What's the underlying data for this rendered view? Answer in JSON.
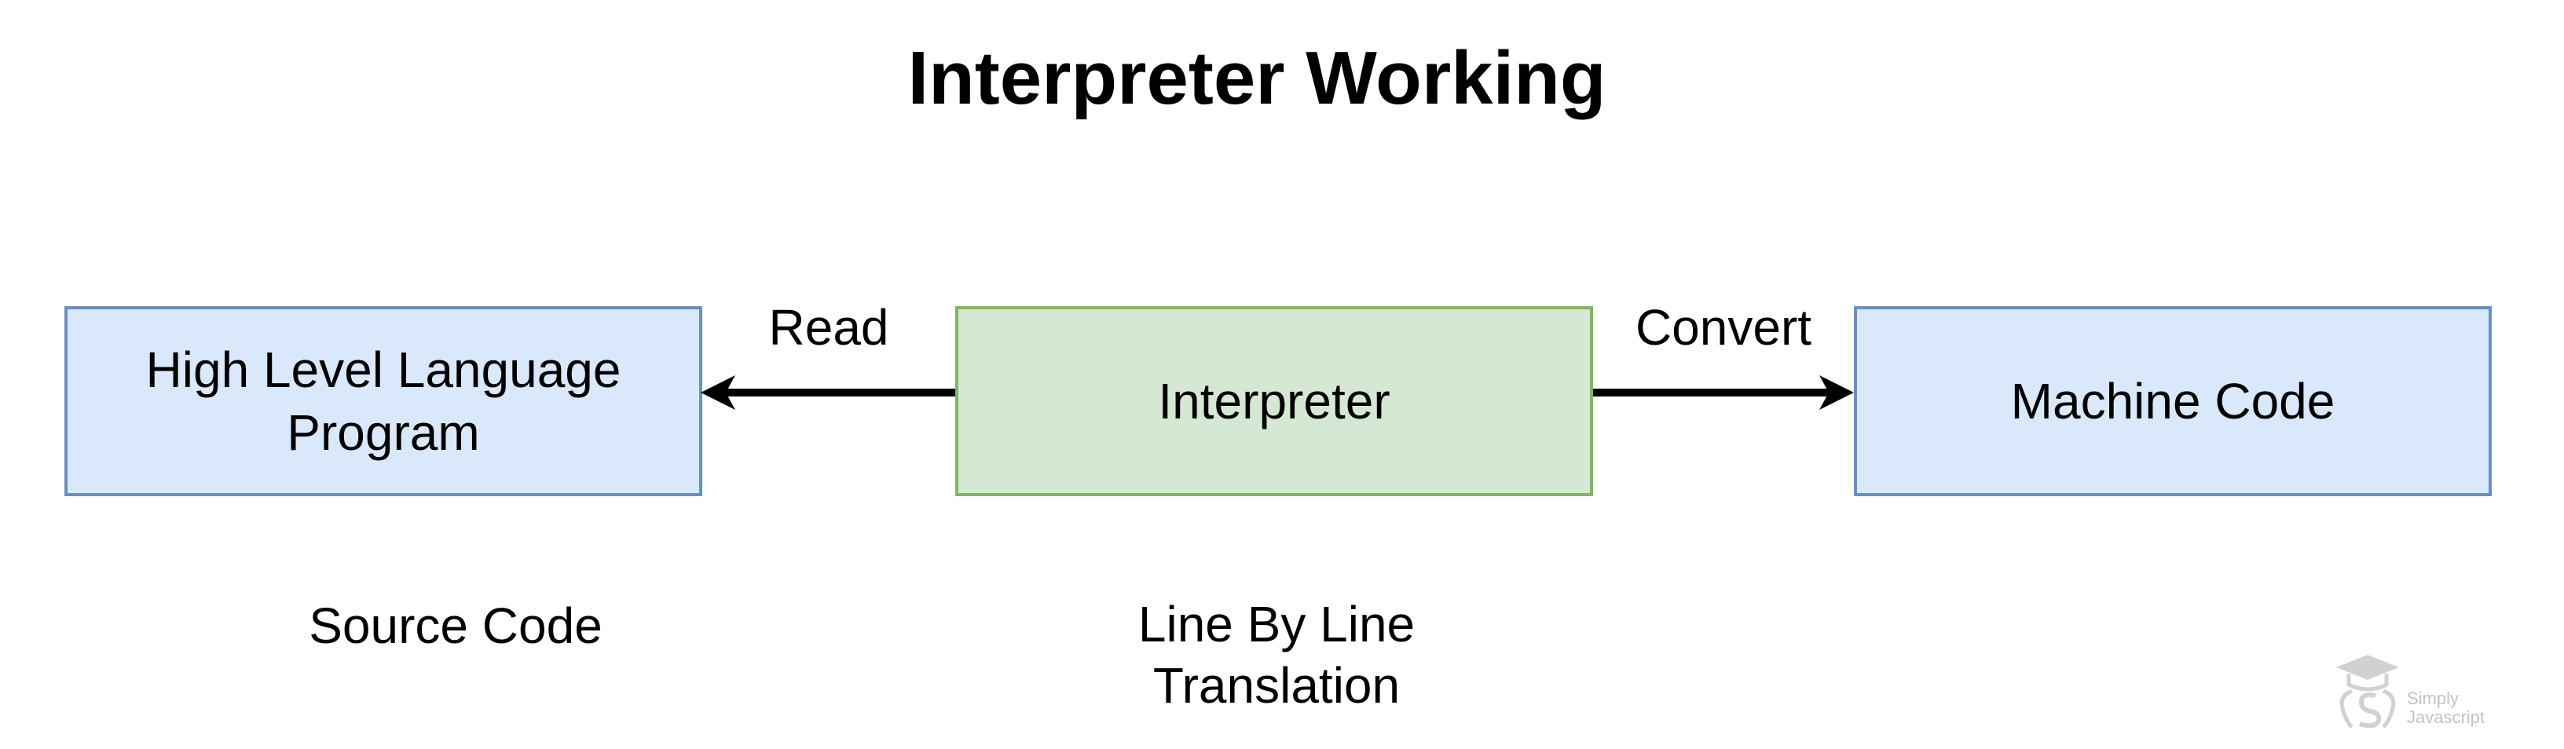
{
  "title": "Interpreter Working",
  "nodes": {
    "source": "High Level Language\nProgram",
    "interpreter": "Interpreter",
    "machine": "Machine Code"
  },
  "edges": {
    "read": "Read",
    "convert": "Convert"
  },
  "captions": {
    "source_code": "Source Code",
    "line_by_line": "Line By Line\nTranslation"
  },
  "watermark": {
    "text": "Simply\nJavascript"
  },
  "colors": {
    "blue_fill": "#dae8fc",
    "blue_border": "#6c8ebf",
    "green_fill": "#d5e8d4",
    "green_border": "#82b366",
    "arrow": "#000000"
  }
}
